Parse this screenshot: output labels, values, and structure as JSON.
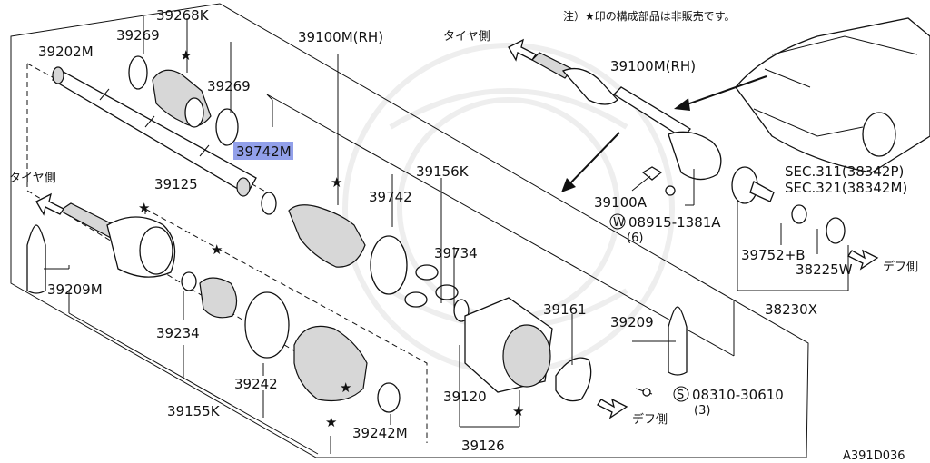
{
  "title_note": "注）★印の構成部品は非販売です。",
  "figure_code": "A391D036",
  "direction_labels": {
    "tire_top": "タイヤ側",
    "tire_left": "タイヤ側",
    "diff_right": "デフ側",
    "diff_bottom": "デフ側"
  },
  "parts": {
    "p39268K": "39268K",
    "p39269a": "39269",
    "p39269b": "39269",
    "p39202M": "39202M",
    "p39100M_RH_main": "39100M(RH)",
    "p39100M_RH_small": "39100M(RH)",
    "p39742M": "39742M",
    "p39742": "39742",
    "p39156K": "39156K",
    "p39125": "39125",
    "p39734": "39734",
    "p39209M": "39209M",
    "p39234": "39234",
    "p39161": "39161",
    "p39209": "39209",
    "p39242": "39242",
    "p39120": "39120",
    "p39155K": "39155K",
    "p39242M": "39242M",
    "p39126": "39126",
    "p39100A": "39100A",
    "washer_code": "08915-1381A",
    "washer_qty": "(6)",
    "washer_mark": "W",
    "screw_code": "08310-30610",
    "screw_qty": "(3)",
    "screw_mark": "S",
    "sec311": "SEC.311(38342P)",
    "sec321": "SEC.321(38342M)",
    "p39752B": "39752+B",
    "p38225W": "38225W",
    "p38230X": "38230X"
  },
  "highlight_color": "#7f8fe6"
}
